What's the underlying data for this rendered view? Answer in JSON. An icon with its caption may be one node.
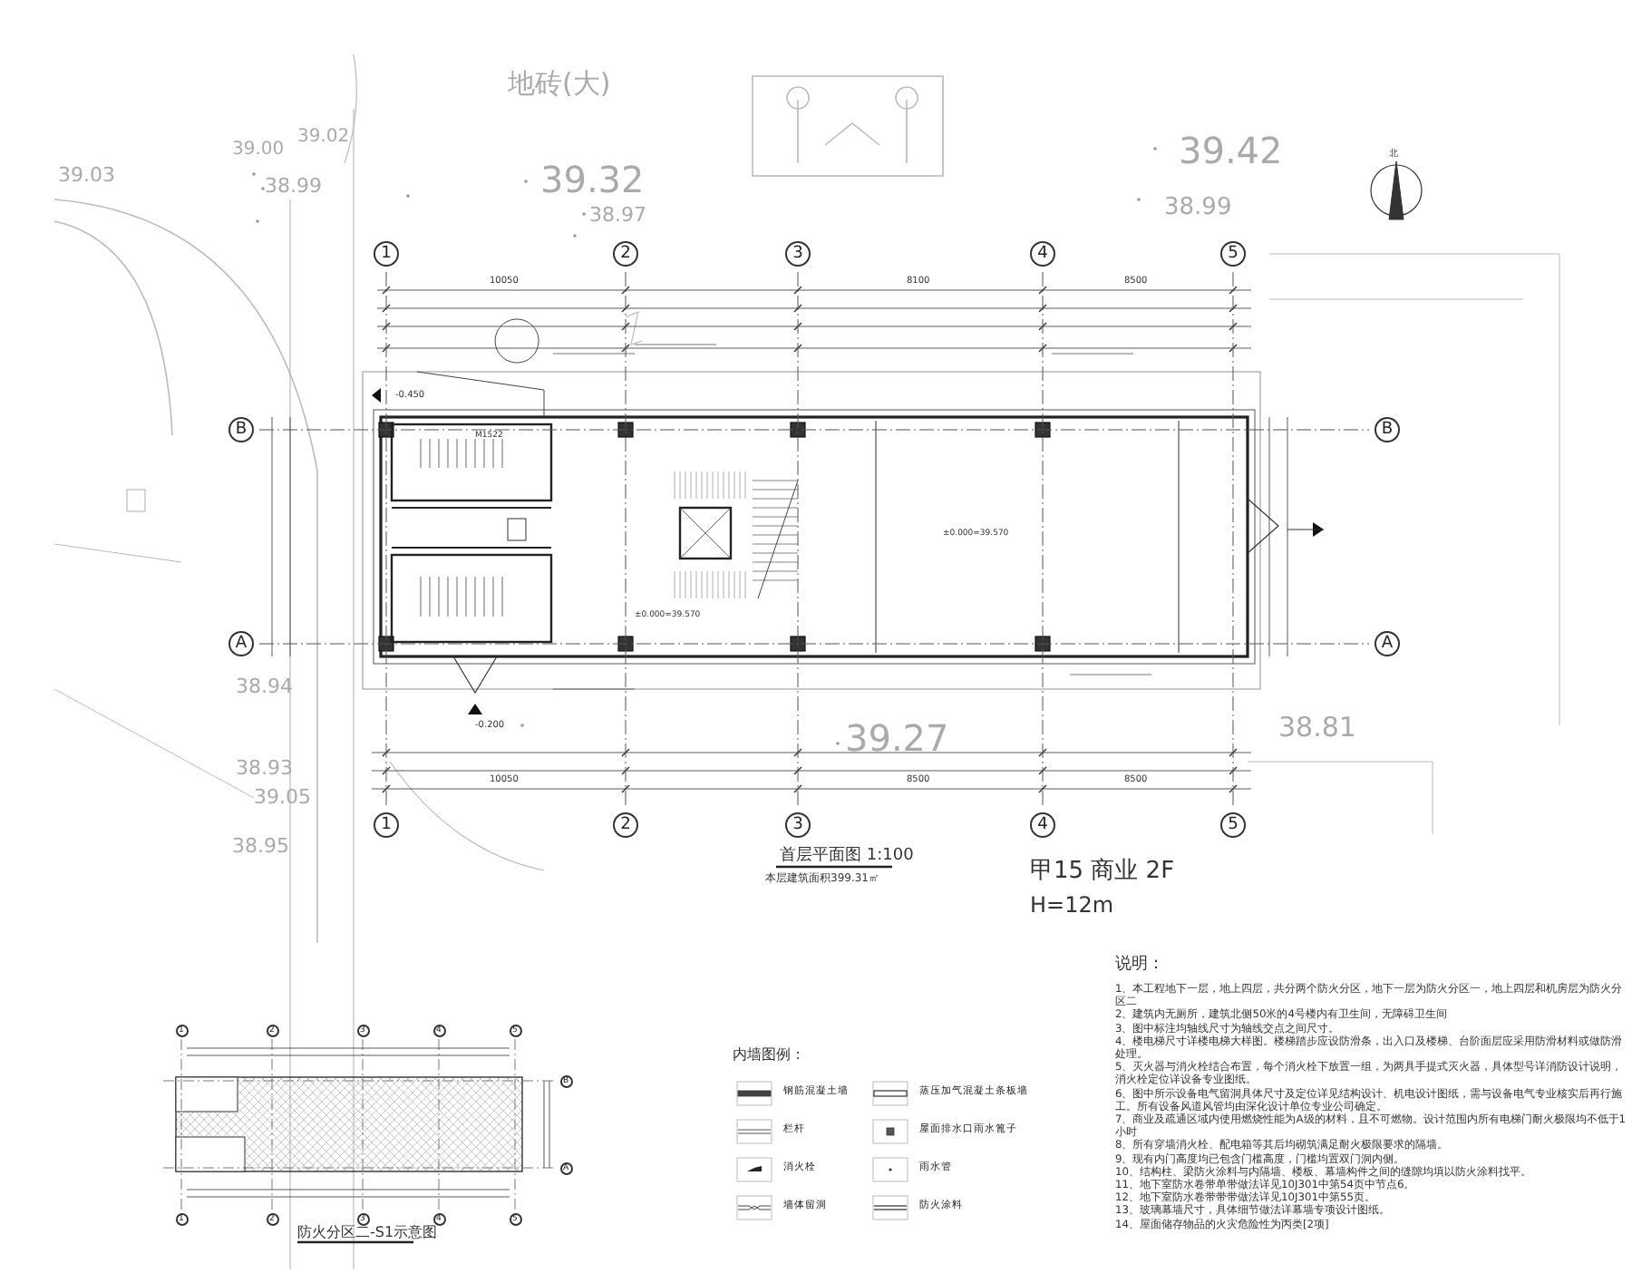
{
  "diagram": {
    "nodes": [
      {
        "text": [
          "1"
        ]
      },
      {
        "text": [
          "2"
        ]
      },
      {
        "text": [
          "3"
        ]
      },
      {
        "text": [
          "4"
        ]
      },
      {
        "text": [
          "5"
        ]
      },
      {
        "text": [
          "B"
        ]
      },
      {
        "text": [
          "A"
        ]
      },
      {
        "text": [
          "B"
        ]
      },
      {
        "text": [
          "A"
        ]
      },
      {
        "text": [
          "1"
        ]
      },
      {
        "text": [
          "2"
        ]
      },
      {
        "text": [
          "3"
        ]
      },
      {
        "text": [
          "4"
        ]
      },
      {
        "text": [
          "5"
        ]
      },
      {
        "text": [
          "1"
        ]
      },
      {
        "text": [
          "2"
        ]
      },
      {
        "text": [
          "3"
        ]
      },
      {
        "text": [
          "4"
        ]
      },
      {
        "text": [
          "5"
        ]
      },
      {
        "text": [
          "B"
        ]
      },
      {
        "text": [
          "A"
        ]
      },
      {
        "text": [
          "1"
        ]
      },
      {
        "text": [
          "2"
        ]
      },
      {
        "text": [
          "3"
        ]
      },
      {
        "text": [
          "4"
        ]
      },
      {
        "text": [
          "5"
        ]
      }
    ],
    "labels": [
      "地砖(大)",
      "39.32",
      "39.42",
      "38.99",
      "39.27",
      "38.81",
      "39.00",
      "39.02",
      "38.99",
      "39.03",
      "38.97",
      "38.94",
      "38.93",
      "39.05",
      "38.95",
      "10050",
      "8100",
      "8500",
      "10050",
      "8500",
      "8500",
      "±0.000=39.570",
      "±0.000=39.570",
      "-0.200",
      "-0.450",
      "M1522",
      "首层平面图 1:100",
      "本层建筑面积399.31㎡",
      "甲15 商业 2F",
      "H=12m",
      "北",
      "说明：",
      "1、本工程地下一层，地上四层，共分两个防火分区，地下一层为防火分区一，地上四层和机房层为防火分区二",
      "2、建筑内无厕所，建筑北侧50米的4号楼内有卫生间，无障碍卫生间",
      "3、图中标注均轴线尺寸为轴线交点之间尺寸。",
      "4、楼电梯尺寸详楼电梯大样图。楼梯踏步应设防滑条，出入口及楼梯、台阶面层应采用防滑材料或做防滑处理。",
      "5、灭火器与消火栓结合布置，每个消火栓下放置一组，为两具手提式灭火器，具体型号详消防设计说明，消火栓定位详设备专业图纸。",
      "6、图中所示设备电气留洞具体尺寸及定位详见结构设计、机电设计图纸，需与设备电气专业核实后再行施工。所有设备风道风管均由深化设计单位专业公司确定。",
      "7、商业及疏通区域内使用燃烧性能为A级的材料，且不可燃物。设计范围内所有电梯门耐火极限均不低于1小时",
      "8、所有穿墙消火栓、配电箱等其后均砌筑满足耐火极限要求的隔墙。",
      "9、现有内门高度均已包含门槛高度，门槛均置双门洞内侧。",
      "10、结构柱、梁防火涂料与内隔墙、楼板、幕墙构件之间的缝隙均填以防火涂料找平。",
      "11、地下室防水卷带单带做法详见10J301中第54页中节点6。",
      "12、地下室防水卷带带带做法详见10J301中第55页。",
      "13、玻璃幕墙尺寸，具体细节做法详幕墙专项设计图纸。",
      "14、屋面储存物品的火灾危险性为丙类[2项]",
      "内墙图例：",
      "防火分区二-S1示意图"
    ],
    "legend": [
      {
        "text": "钢筋混凝土墙"
      },
      {
        "text": "蒸压加气混凝土条板墙"
      },
      {
        "text": "栏杆"
      },
      {
        "text": "屋面排水口雨水篦子"
      },
      {
        "text": "消火栓"
      },
      {
        "text": "雨水管"
      },
      {
        "text": "墙体留洞"
      },
      {
        "text": "防火涂料"
      }
    ]
  }
}
